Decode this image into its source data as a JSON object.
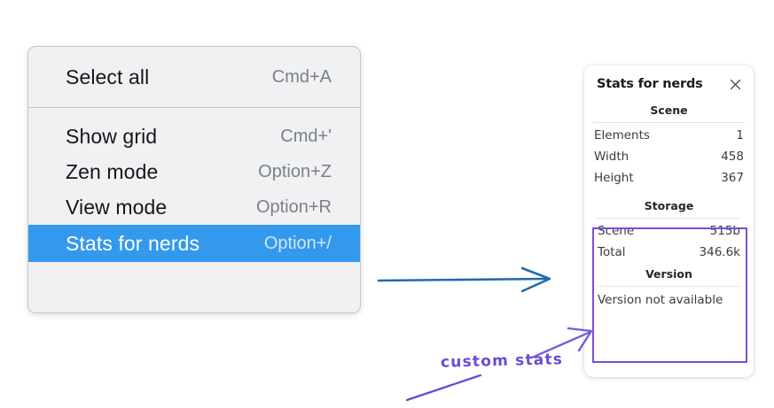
{
  "context_menu": {
    "groups": [
      {
        "name": "group-top",
        "items": [
          {
            "label": "Select all",
            "shortcut": "Cmd+A",
            "selected": false
          }
        ]
      },
      {
        "name": "group-bottom",
        "items": [
          {
            "label": "Show grid",
            "shortcut": "Cmd+'",
            "selected": false
          },
          {
            "label": "Zen mode",
            "shortcut": "Option+Z",
            "selected": false
          },
          {
            "label": "View mode",
            "shortcut": "Option+R",
            "selected": false
          },
          {
            "label": "Stats for nerds",
            "shortcut": "Option+/",
            "selected": true
          }
        ]
      }
    ],
    "highlight_color": "#3399ec",
    "background_color": "#f0f1f3"
  },
  "stats_panel": {
    "title": "Stats for nerds",
    "close_icon": "close-icon",
    "sections": [
      {
        "title": "Scene",
        "rows": [
          {
            "key": "Elements",
            "value": "1"
          },
          {
            "key": "Width",
            "value": "458"
          },
          {
            "key": "Height",
            "value": "367"
          }
        ]
      },
      {
        "title": "Storage",
        "rows": [
          {
            "key": "Scene",
            "value": "515b"
          },
          {
            "key": "Total",
            "value": "346.6k"
          }
        ]
      },
      {
        "title": "Version",
        "note": "Version not available",
        "rows": []
      }
    ]
  },
  "annotations": {
    "handwritten_note": "custom stats",
    "note_color": "#6a4ad4",
    "highlight_box_color": "#7c4ddb",
    "blue_arrow_color": "#1f6bb0"
  }
}
